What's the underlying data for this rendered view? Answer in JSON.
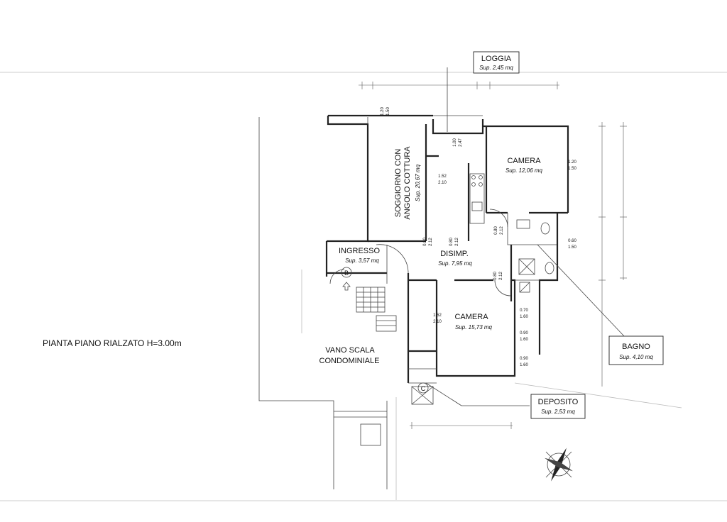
{
  "plan_title": "PIANTA PIANO RIALZATO H=3.00m",
  "rooms": {
    "soggiorno": {
      "name_line1": "SOGGIORNO CON",
      "name_line2": "ANGOLO COTTURA",
      "area": "Sup. 20,67 mq"
    },
    "camera1": {
      "name": "CAMERA",
      "area": "Sup. 12,06 mq"
    },
    "camera2": {
      "name": "CAMERA",
      "area": "Sup. 15,73 mq"
    },
    "ingresso": {
      "name": "INGRESSO",
      "area": "Sup. 3,57 mq"
    },
    "disimp": {
      "name": "DISIMP.",
      "area": "Sup. 7,95 mq"
    },
    "vano_scala": {
      "line1": "VANO SCALA",
      "line2": "CONDOMINIALE"
    }
  },
  "callouts": {
    "loggia": {
      "name": "LOGGIA",
      "area": "Sup. 2,45 mq"
    },
    "bagno": {
      "name": "BAGNO",
      "area": "Sup. 4,10 mq"
    },
    "deposito": {
      "name": "DEPOSITO",
      "area": "Sup. 2,53 mq"
    }
  },
  "markers": {
    "b": "B",
    "c": "C"
  },
  "openings": {
    "loggia_window": {
      "w": "1.20",
      "h": "1.50"
    },
    "loggia_door": {
      "w": "1.00",
      "h": "2.47"
    },
    "soggiorno_door": {
      "w": "1.52",
      "h": "2.10"
    },
    "soggiorno_opening": {
      "w": "0.80",
      "h": "2.12"
    },
    "kitchen_door": {
      "w": "0.80",
      "h": "2.12"
    },
    "camera1_door": {
      "w": "0.80",
      "h": "2.12"
    },
    "camera1_window": {
      "w": "1.20",
      "h": "1.50"
    },
    "bagno_window": {
      "w": "0.60",
      "h": "1.50"
    },
    "camera2_entry": {
      "w": "0.80",
      "h": "2.12"
    },
    "camera2_door": {
      "w": "1.52",
      "h": "2.10"
    },
    "camera2_win1": {
      "w": "0.70",
      "h": "1.60"
    },
    "camera2_win2": {
      "w": "0.90",
      "h": "1.60"
    },
    "camera2_win3": {
      "w": "0.90",
      "h": "1.60"
    }
  }
}
